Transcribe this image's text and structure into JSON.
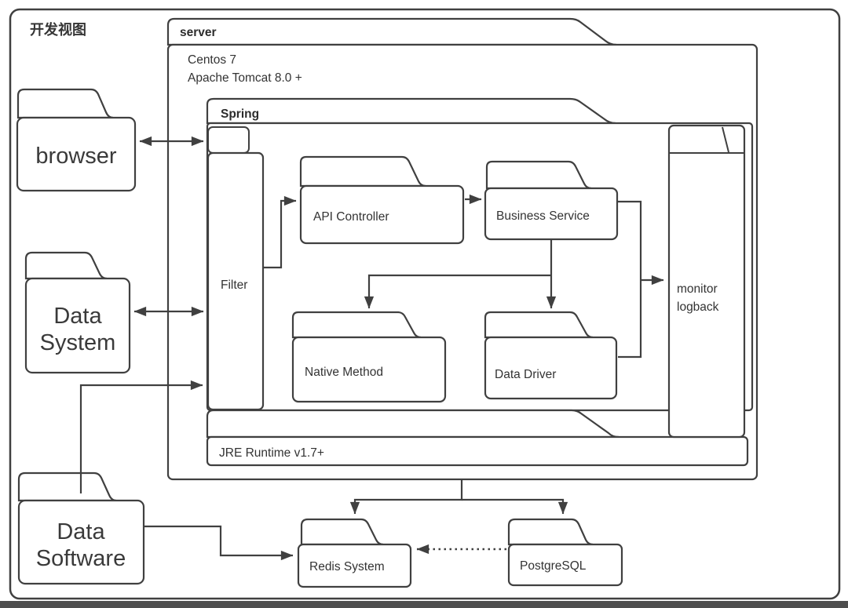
{
  "title": "开发视图",
  "colors": {
    "stroke": "#404040",
    "text": "#333333",
    "background": "#ffffff",
    "bottom_bar": "#4e4e4e"
  },
  "nodes": {
    "server": {
      "label": "server",
      "env_lines": [
        "Centos 7",
        "Apache Tomcat 8.0 +"
      ]
    },
    "spring": {
      "label": "Spring"
    },
    "filter": {
      "label": "Filter"
    },
    "api_controller": {
      "label": "API Controller"
    },
    "business_service": {
      "label": "Business Service"
    },
    "native_method": {
      "label": "Native Method"
    },
    "data_driver": {
      "label": "Data Driver"
    },
    "monitor": {
      "lines": [
        "monitor",
        "logback"
      ]
    },
    "jre": {
      "label": "JRE Runtime v1.7+"
    },
    "browser": {
      "label": "browser"
    },
    "data_system": {
      "lines": [
        "Data",
        "System"
      ]
    },
    "data_software": {
      "lines": [
        "Data",
        "Software"
      ]
    },
    "redis": {
      "label": "Redis System"
    },
    "postgresql": {
      "label": "PostgreSQL"
    }
  },
  "edges": [
    {
      "from": "browser",
      "to": "filter",
      "style": "solid",
      "arrows": "both"
    },
    {
      "from": "data_system",
      "to": "filter",
      "style": "solid",
      "arrows": "both"
    },
    {
      "from": "data_software",
      "to": "filter",
      "style": "solid",
      "arrows": "end"
    },
    {
      "from": "filter",
      "to": "api_controller",
      "style": "solid",
      "arrows": "end"
    },
    {
      "from": "api_controller",
      "to": "business_service",
      "style": "solid",
      "arrows": "end"
    },
    {
      "from": "business_service",
      "to": "native_method",
      "style": "solid",
      "arrows": "end"
    },
    {
      "from": "business_service",
      "to": "data_driver",
      "style": "solid",
      "arrows": "end"
    },
    {
      "from": "business_service",
      "to": "monitor",
      "style": "solid",
      "arrows": "end"
    },
    {
      "from": "data_driver",
      "to": "monitor",
      "style": "solid",
      "arrows": "end"
    },
    {
      "from": "server",
      "to": "redis",
      "style": "solid",
      "arrows": "end"
    },
    {
      "from": "server",
      "to": "postgresql",
      "style": "solid",
      "arrows": "end"
    },
    {
      "from": "data_software",
      "to": "redis",
      "style": "solid",
      "arrows": "end"
    },
    {
      "from": "postgresql",
      "to": "redis",
      "style": "dotted",
      "arrows": "end"
    }
  ]
}
